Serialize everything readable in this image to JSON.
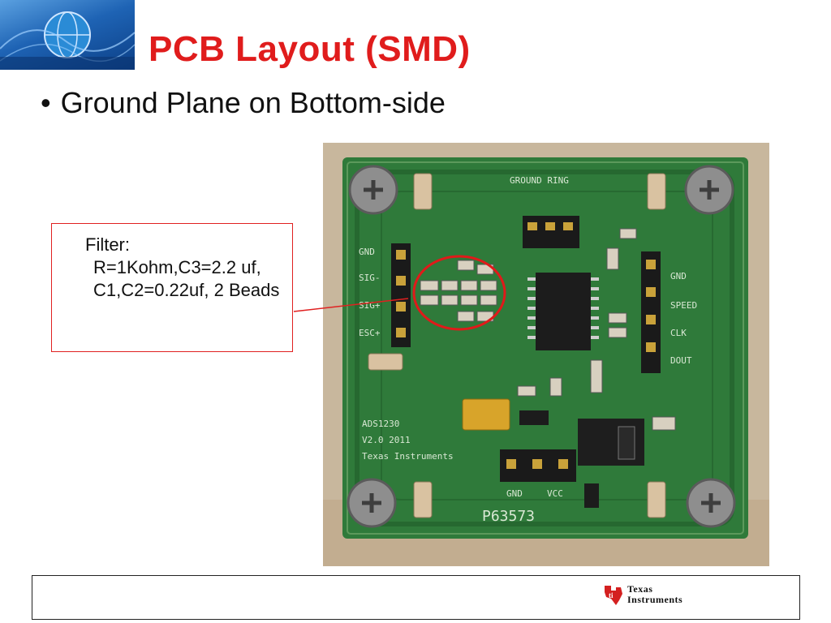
{
  "slide": {
    "title": "PCB Layout (SMD)",
    "bullet": "Ground Plane on Bottom-side"
  },
  "callout": {
    "line1": "Filter:",
    "line2": "R=1Kohm,C3=2.2 uf, C1,C2=0.22uf, 2 Beads"
  },
  "photo": {
    "silkscreen": {
      "ground_ring": "GROUND RING",
      "left_labels": [
        "GND",
        "SIG-",
        "SIG+",
        "ESC+"
      ],
      "right_labels": [
        "GND",
        "SPEED",
        "CLK",
        "DOUT"
      ],
      "board_name": "ADS1230",
      "version": "V2.0  2011",
      "maker": "Texas Instruments",
      "part_number": "P63573",
      "bottom_gnd": "GND",
      "bottom_vcc": "VCC"
    }
  },
  "footer": {
    "logo_line1": "Texas",
    "logo_line2": "Instruments"
  },
  "colors": {
    "title": "#e01c1c",
    "callout_border": "#e02020",
    "pcb_green": "#2f7a3a"
  }
}
